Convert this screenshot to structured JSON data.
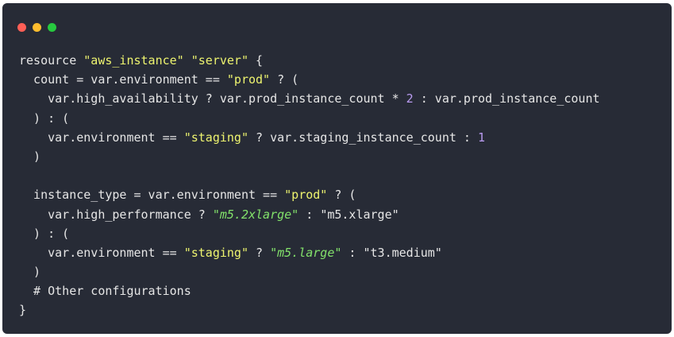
{
  "window": {
    "controls": [
      {
        "name": "close",
        "color": "#ff5f56"
      },
      {
        "name": "minimize",
        "color": "#ffbd2e"
      },
      {
        "name": "maximize",
        "color": "#27c93f"
      }
    ]
  },
  "code": {
    "language": "hcl",
    "lines": [
      [
        {
          "t": "p",
          "v": "resource "
        },
        {
          "t": "s",
          "v": "\"aws_instance\""
        },
        {
          "t": "p",
          "v": " "
        },
        {
          "t": "s",
          "v": "\"server\""
        },
        {
          "t": "p",
          "v": " {"
        }
      ],
      [
        {
          "t": "p",
          "v": "  count = var.environment == "
        },
        {
          "t": "s",
          "v": "\"prod\""
        },
        {
          "t": "p",
          "v": " ? ("
        }
      ],
      [
        {
          "t": "p",
          "v": "    var.high_availability ? var.prod_instance_count * "
        },
        {
          "t": "n",
          "v": "2"
        },
        {
          "t": "p",
          "v": " : var.prod_instance_count"
        }
      ],
      [
        {
          "t": "p",
          "v": "  ) : ("
        }
      ],
      [
        {
          "t": "p",
          "v": "    var.environment == "
        },
        {
          "t": "s",
          "v": "\"staging\""
        },
        {
          "t": "p",
          "v": " ? var.staging_instance_count : "
        },
        {
          "t": "n",
          "v": "1"
        }
      ],
      [
        {
          "t": "p",
          "v": "  )"
        }
      ],
      [
        {
          "t": "p",
          "v": ""
        }
      ],
      [
        {
          "t": "p",
          "v": "  instance_type = var.environment == "
        },
        {
          "t": "s",
          "v": "\"prod\""
        },
        {
          "t": "p",
          "v": " ? ("
        }
      ],
      [
        {
          "t": "p",
          "v": "    var.high_performance ? "
        },
        {
          "t": "si",
          "v": "\"m5.2xlarge\""
        },
        {
          "t": "p",
          "v": " : "
        },
        {
          "t": "p",
          "v": "\"m5.xlarge\""
        }
      ],
      [
        {
          "t": "p",
          "v": "  ) : ("
        }
      ],
      [
        {
          "t": "p",
          "v": "    var.environment == "
        },
        {
          "t": "s",
          "v": "\"staging\""
        },
        {
          "t": "p",
          "v": " ? "
        },
        {
          "t": "si",
          "v": "\"m5.large\""
        },
        {
          "t": "p",
          "v": " : "
        },
        {
          "t": "p",
          "v": "\"t3.medium\""
        }
      ],
      [
        {
          "t": "p",
          "v": "  )"
        }
      ],
      [
        {
          "t": "c",
          "v": "  # Other configurations"
        }
      ],
      [
        {
          "t": "p",
          "v": "}"
        }
      ]
    ]
  }
}
